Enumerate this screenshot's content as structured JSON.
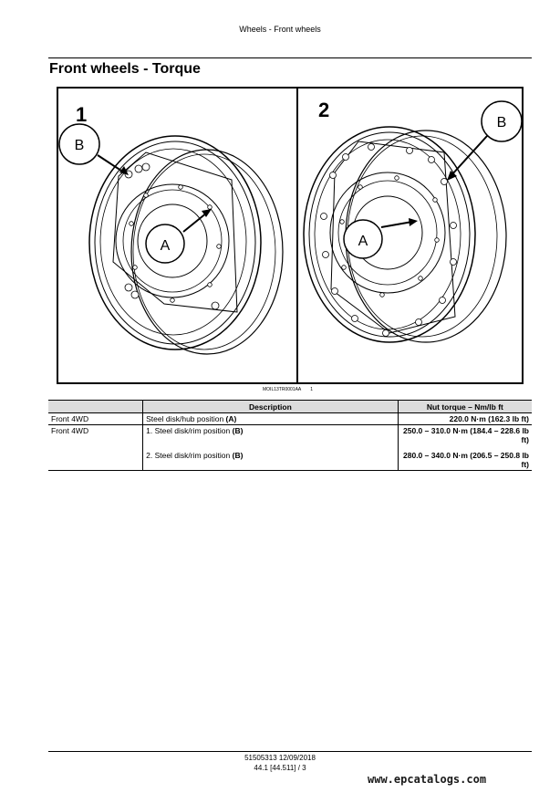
{
  "header": {
    "title": "Wheels - Front wheels"
  },
  "section_title": "Front wheels - Torque",
  "figure": {
    "panels": [
      {
        "number": "1",
        "labels": [
          "A",
          "B"
        ]
      },
      {
        "number": "2",
        "labels": [
          "A",
          "B"
        ]
      }
    ],
    "caption_code": "MOIL13TR0001AA",
    "caption_index": "1"
  },
  "table": {
    "headers": [
      "",
      "Description",
      "Nut torque – Nm/lb ft"
    ],
    "rows": [
      {
        "model": "Front 4WD",
        "description": "Steel disk/hub position ",
        "pos": "(A)",
        "torque": "220.0 N·m (162.3 lb ft)"
      },
      {
        "model": "Front 4WD",
        "description": "1.  Steel disk/rim position ",
        "pos": "(B)",
        "torque": "250.0 – 310.0 N·m (184.4 – 228.6 lb ft)"
      },
      {
        "model": "",
        "description": "2.  Steel disk/rim position ",
        "pos": "(B)",
        "torque": "280.0 – 340.0 N·m (206.5 – 250.8 lb ft)"
      }
    ]
  },
  "footer": {
    "doc_id": "51505313 12/09/2018",
    "page": "44.1 [44.511] / 3",
    "watermark": "www.epcatalogs.com"
  }
}
